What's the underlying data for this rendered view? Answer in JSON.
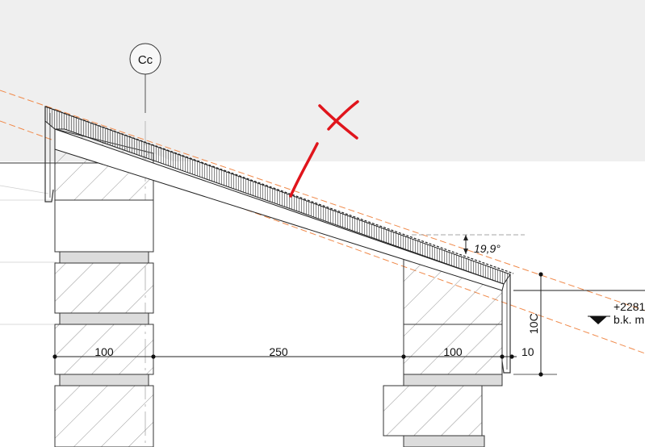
{
  "section_marker": {
    "label": "Cc"
  },
  "dimensions": {
    "left_wall": "100",
    "span": "250",
    "right_wall": "100",
    "edge": "10",
    "height": "10C"
  },
  "angle": {
    "label": "19,9°"
  },
  "level": {
    "value": "+2281",
    "note": "b.k. m"
  },
  "markup": {
    "color": "#e0151c",
    "meaning": "cross-out"
  },
  "colors": {
    "background": "#efefef",
    "line": "#222222",
    "hatch": "#555555",
    "reference_line": "#f08a4b",
    "markup": "#e0151c"
  }
}
